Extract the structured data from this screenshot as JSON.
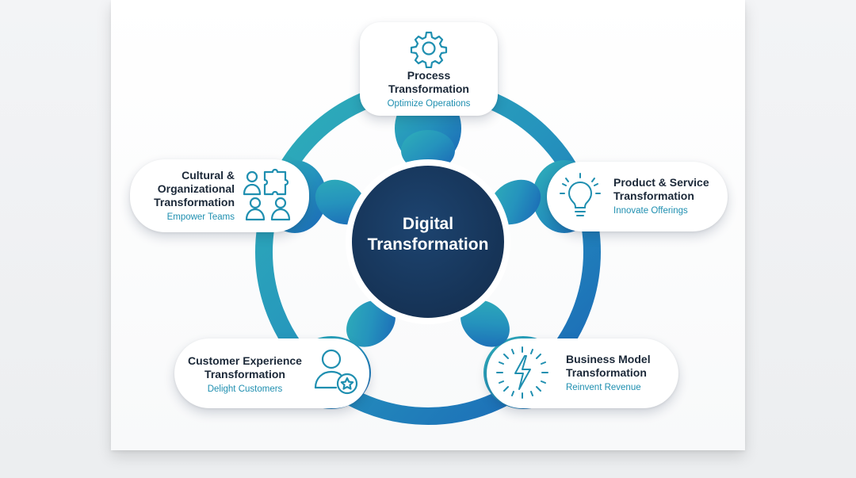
{
  "center": {
    "line1": "Digital",
    "line2": "Transformation"
  },
  "nodes": {
    "process": {
      "title_lines": [
        "Process",
        "Transformation"
      ],
      "subtitle": "Optimize Operations",
      "icon": "gear-icon"
    },
    "product": {
      "title_lines": [
        "Product & Service",
        "Transformation"
      ],
      "subtitle": "Innovate Offerings",
      "icon": "lightbulb-icon"
    },
    "business": {
      "title_lines": [
        "Business Model",
        "Transformation"
      ],
      "subtitle": "Reinvent Revenue",
      "icon": "lightning-burst-icon"
    },
    "customer": {
      "title_lines": [
        "Customer Experience",
        "Transformation"
      ],
      "subtitle": "Delight Customers",
      "icon": "customer-star-icon"
    },
    "cultural": {
      "title_lines": [
        "Cultural &",
        "Organizational",
        "Transformation"
      ],
      "subtitle": "Empower Teams",
      "icon": "team-puzzle-icon"
    }
  },
  "colors": {
    "ring_start": "#2aa7b7",
    "ring_end": "#1a6ab8",
    "center_fill": "#17375a",
    "title_text": "#1b2838",
    "subtitle_text": "#1f8fb0",
    "icon_stroke": "#1f8fb0"
  }
}
